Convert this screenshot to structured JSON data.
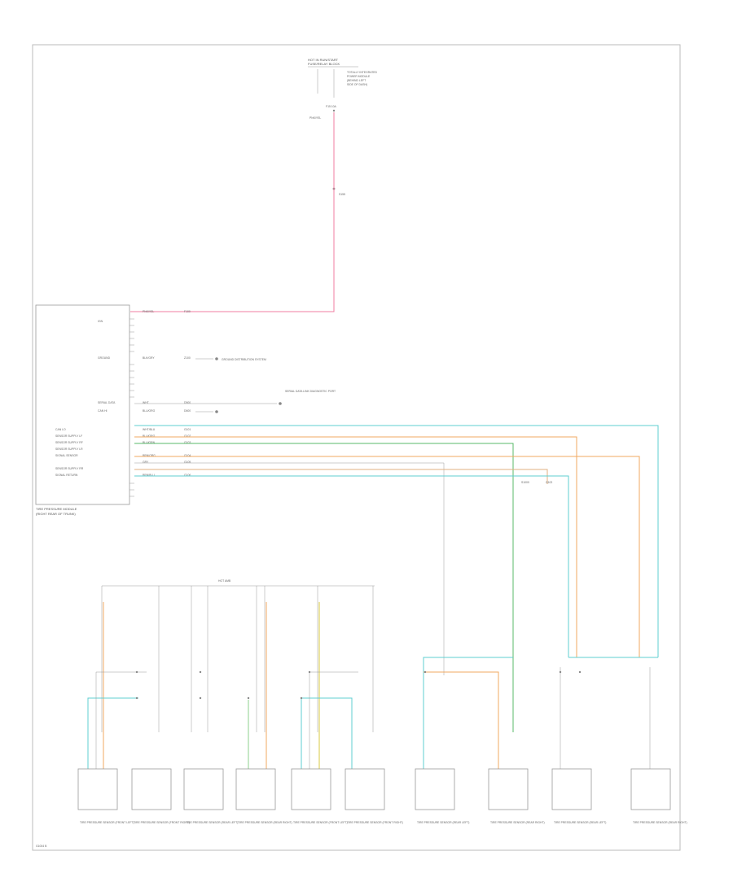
{
  "colors": {
    "pink": "#f07ca0",
    "orange": "#f0a860",
    "green": "#59b86a",
    "cyan": "#5fcfd2",
    "tan": "#e0b080",
    "yellow": "#d8c840",
    "light_green": "#8ed08e",
    "gray": "#999999"
  },
  "top_connector": {
    "title": "HOT IN RUN/START",
    "subtitle": "FUSE/RELAY BLOCK",
    "notes": [
      "TOTALLY INTEGRATED",
      "POWER MODULE",
      "(BEHIND LEFT",
      "SIDE OF DASH)"
    ],
    "pin_label": "F15  10A",
    "wire_label": "PNK/YEL",
    "splice_label": "S155"
  },
  "module": {
    "name": "TIRE PRESSURE MODULE",
    "location": "(RIGHT REAR OF TRUNK)",
    "pin_labels": [
      "IGN",
      "GROUND",
      "SERIAL DATA",
      "CAN HI",
      "CAN LO",
      "SENSOR SUPPLY LF",
      "SENSOR SUPPLY RF",
      "SENSOR SUPPLY LR",
      "SIGNAL SENSOR",
      "SENSOR SUPPLY RR",
      "SIGNAL RETURN"
    ]
  },
  "wires": [
    {
      "label": "PNK/YEL",
      "code": "F100"
    },
    {
      "label": "BLK/GRY",
      "code": "Z100"
    },
    {
      "label": "WHT",
      "code": "D500"
    },
    {
      "label": "BLU/ORG",
      "code": "D600"
    },
    {
      "label": "WHT/BLU",
      "code": "G101"
    },
    {
      "label": "BLU/ORG",
      "code": "G102"
    },
    {
      "label": "BLU/GRN",
      "code": "G103"
    },
    {
      "label": "BRN/ORG",
      "code": "G104"
    },
    {
      "label": "GRY",
      "code": "G105"
    },
    {
      "label": "BRN/BLU",
      "code": "G106"
    }
  ],
  "callouts": {
    "ground_ref": "GROUND DISTRIBUTION SYSTEM",
    "data_ref": "SERIAL DATA LINK DIAGNOSTIC PORT",
    "bus_label": "HOT AMB"
  },
  "sensors": [
    {
      "name": "TIRE PRESSURE SENSOR (FRONT LEFT)"
    },
    {
      "name": "TIRE PRESSURE SENSOR (FRONT RIGHT)"
    },
    {
      "name": "TIRE PRESSURE SENSOR (REAR LEFT)"
    },
    {
      "name": "TIRE PRESSURE SENSOR (REAR RIGHT)"
    },
    {
      "name": "TIRE PRESSURE SENSOR (FRONT LEFT)"
    },
    {
      "name": "TIRE PRESSURE SENSOR (FRONT RIGHT)"
    },
    {
      "name": "TIRE PRESSURE SENSOR (REAR LEFT)"
    },
    {
      "name": "TIRE PRESSURE SENSOR (REAR RIGHT)"
    },
    {
      "name": "TIRE PRESSURE SENSOR (REAR LEFT)"
    },
    {
      "name": "TIRE PRESSURE SENSOR (REAR RIGHT)"
    }
  ],
  "footer": "G1004 B"
}
